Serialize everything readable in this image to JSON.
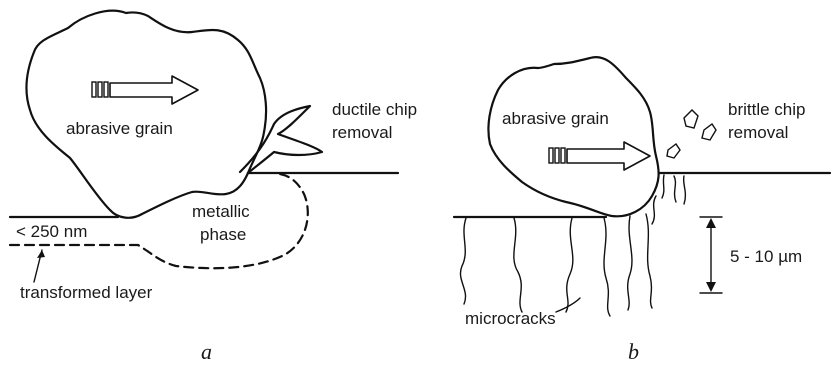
{
  "panel_a": {
    "grain_label": "abrasive grain",
    "chip_label_line1": "ductile chip",
    "chip_label_line2": "removal",
    "phase_label_line1": "metallic",
    "phase_label_line2": "phase",
    "depth_label": "< 250 nm",
    "layer_label": "transformed layer",
    "caption": "a"
  },
  "panel_b": {
    "grain_label": "abrasive grain",
    "chip_label_line1": "brittle chip",
    "chip_label_line2": "removal",
    "crack_depth_label": "5 - 10 µm",
    "cracks_label": "microcracks",
    "caption": "b"
  }
}
